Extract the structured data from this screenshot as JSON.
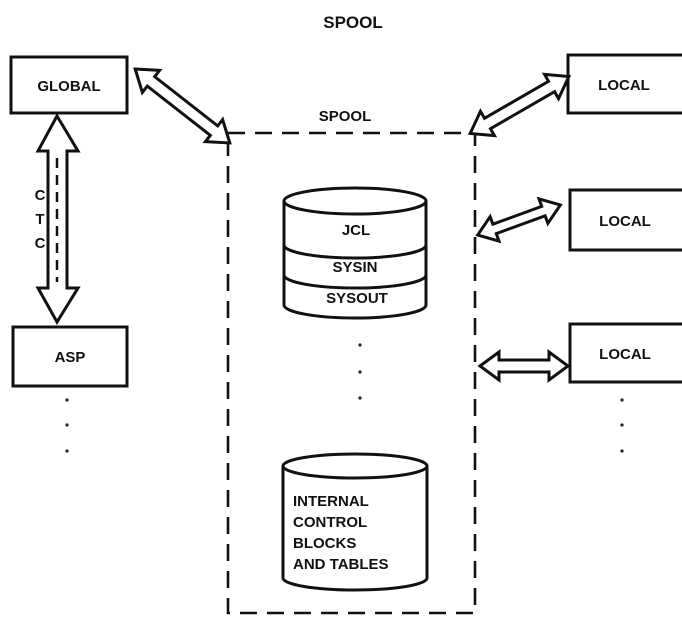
{
  "title": "SPOOL",
  "spool_label": "SPOOL",
  "nodes": {
    "global": "GLOBAL",
    "asp": "ASP",
    "local_1": "LOCAL",
    "local_2": "LOCAL",
    "local_3": "LOCAL"
  },
  "ctc_letters": [
    "C",
    "T",
    "C"
  ],
  "datasets": {
    "jcl": "JCL",
    "sysin": "SYSIN",
    "sysout": "SYSOUT"
  },
  "internal_lines": [
    "INTERNAL",
    "CONTROL",
    "BLOCKS",
    "AND TABLES"
  ]
}
